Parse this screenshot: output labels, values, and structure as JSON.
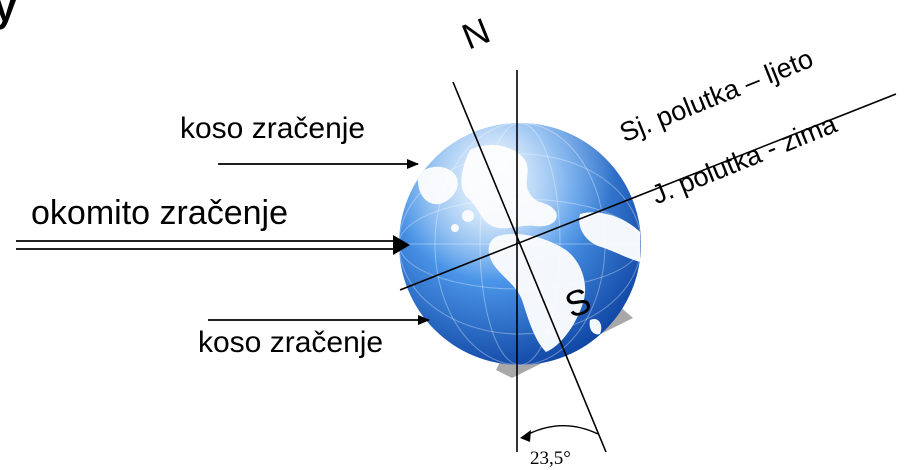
{
  "title_fragment": "y",
  "labels": {
    "north": "N",
    "south": "S",
    "oblique_top": "koso zračenje",
    "perpendicular": "okomito zračenje",
    "oblique_bottom": "koso zračenje",
    "north_hemisphere": "Sj. polutka – ljeto",
    "south_hemisphere": "J. polutka - zima",
    "tilt_angle": "23,5°"
  },
  "colors": {
    "ocean_light": "#cfe6fb",
    "ocean_mid": "#4a95e8",
    "ocean_dark": "#0b3f9e",
    "land": "#f4f8fc",
    "shadow": "#a8a8a8",
    "line": "#000000"
  }
}
